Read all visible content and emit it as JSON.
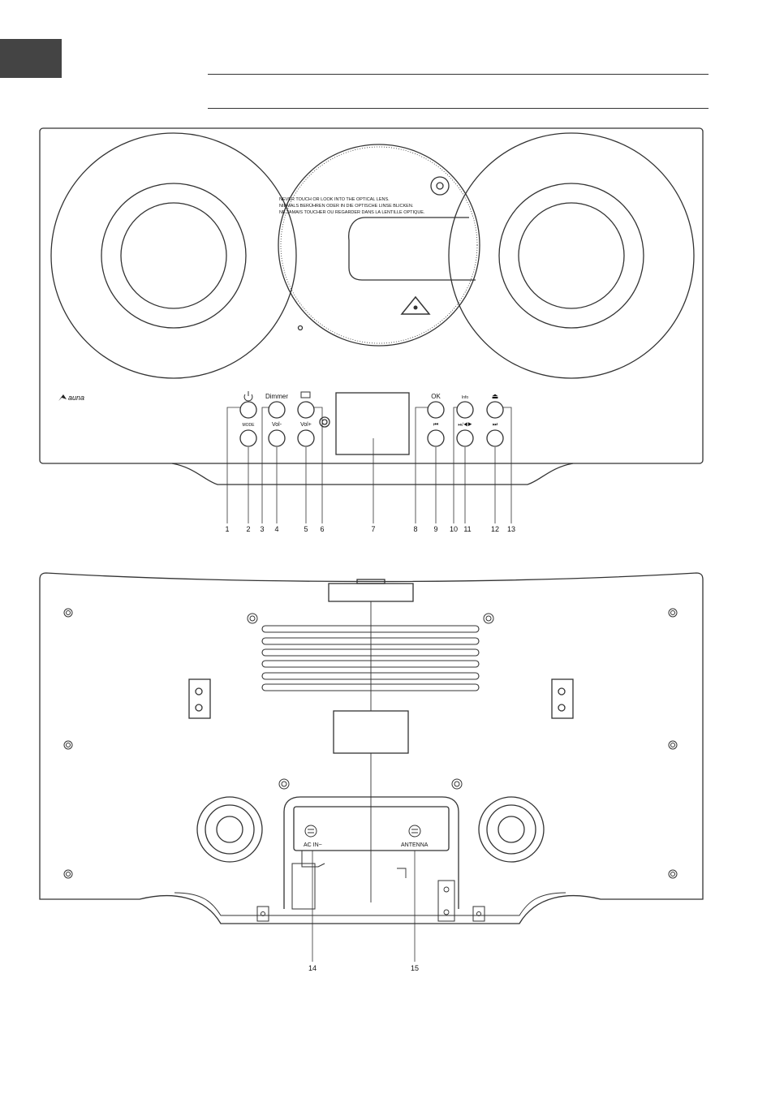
{
  "front_panel": {
    "warning_lines": [
      "NEVER TOUCH OR LOOK INTO THE OPTICAL LENS.",
      "NIEMALS BERÜHREN ODER IN DIE OPTISCHE LINSE BLICKEN.",
      "NE JAMAIS TOUCHER OU REGARDER DANS LA LENTILLE OPTIQUE."
    ],
    "brand": "auna",
    "buttons": {
      "dimmer": "Dimmer",
      "vol_minus": "Vol-",
      "vol_plus": "Vol+",
      "ok": "OK",
      "info": "Info",
      "mode": "MODE",
      "prev": "⏮",
      "play_pause": "⏯/◀▶",
      "next": "⏭",
      "eject": "⏏"
    },
    "callouts": [
      "1",
      "2",
      "3",
      "4",
      "5",
      "6",
      "7",
      "8",
      "9",
      "10",
      "11",
      "12",
      "13"
    ]
  },
  "rear_panel": {
    "ac_in_label": "AC IN~",
    "antenna_label": "ANTENNA",
    "callouts": [
      "14",
      "15"
    ]
  }
}
